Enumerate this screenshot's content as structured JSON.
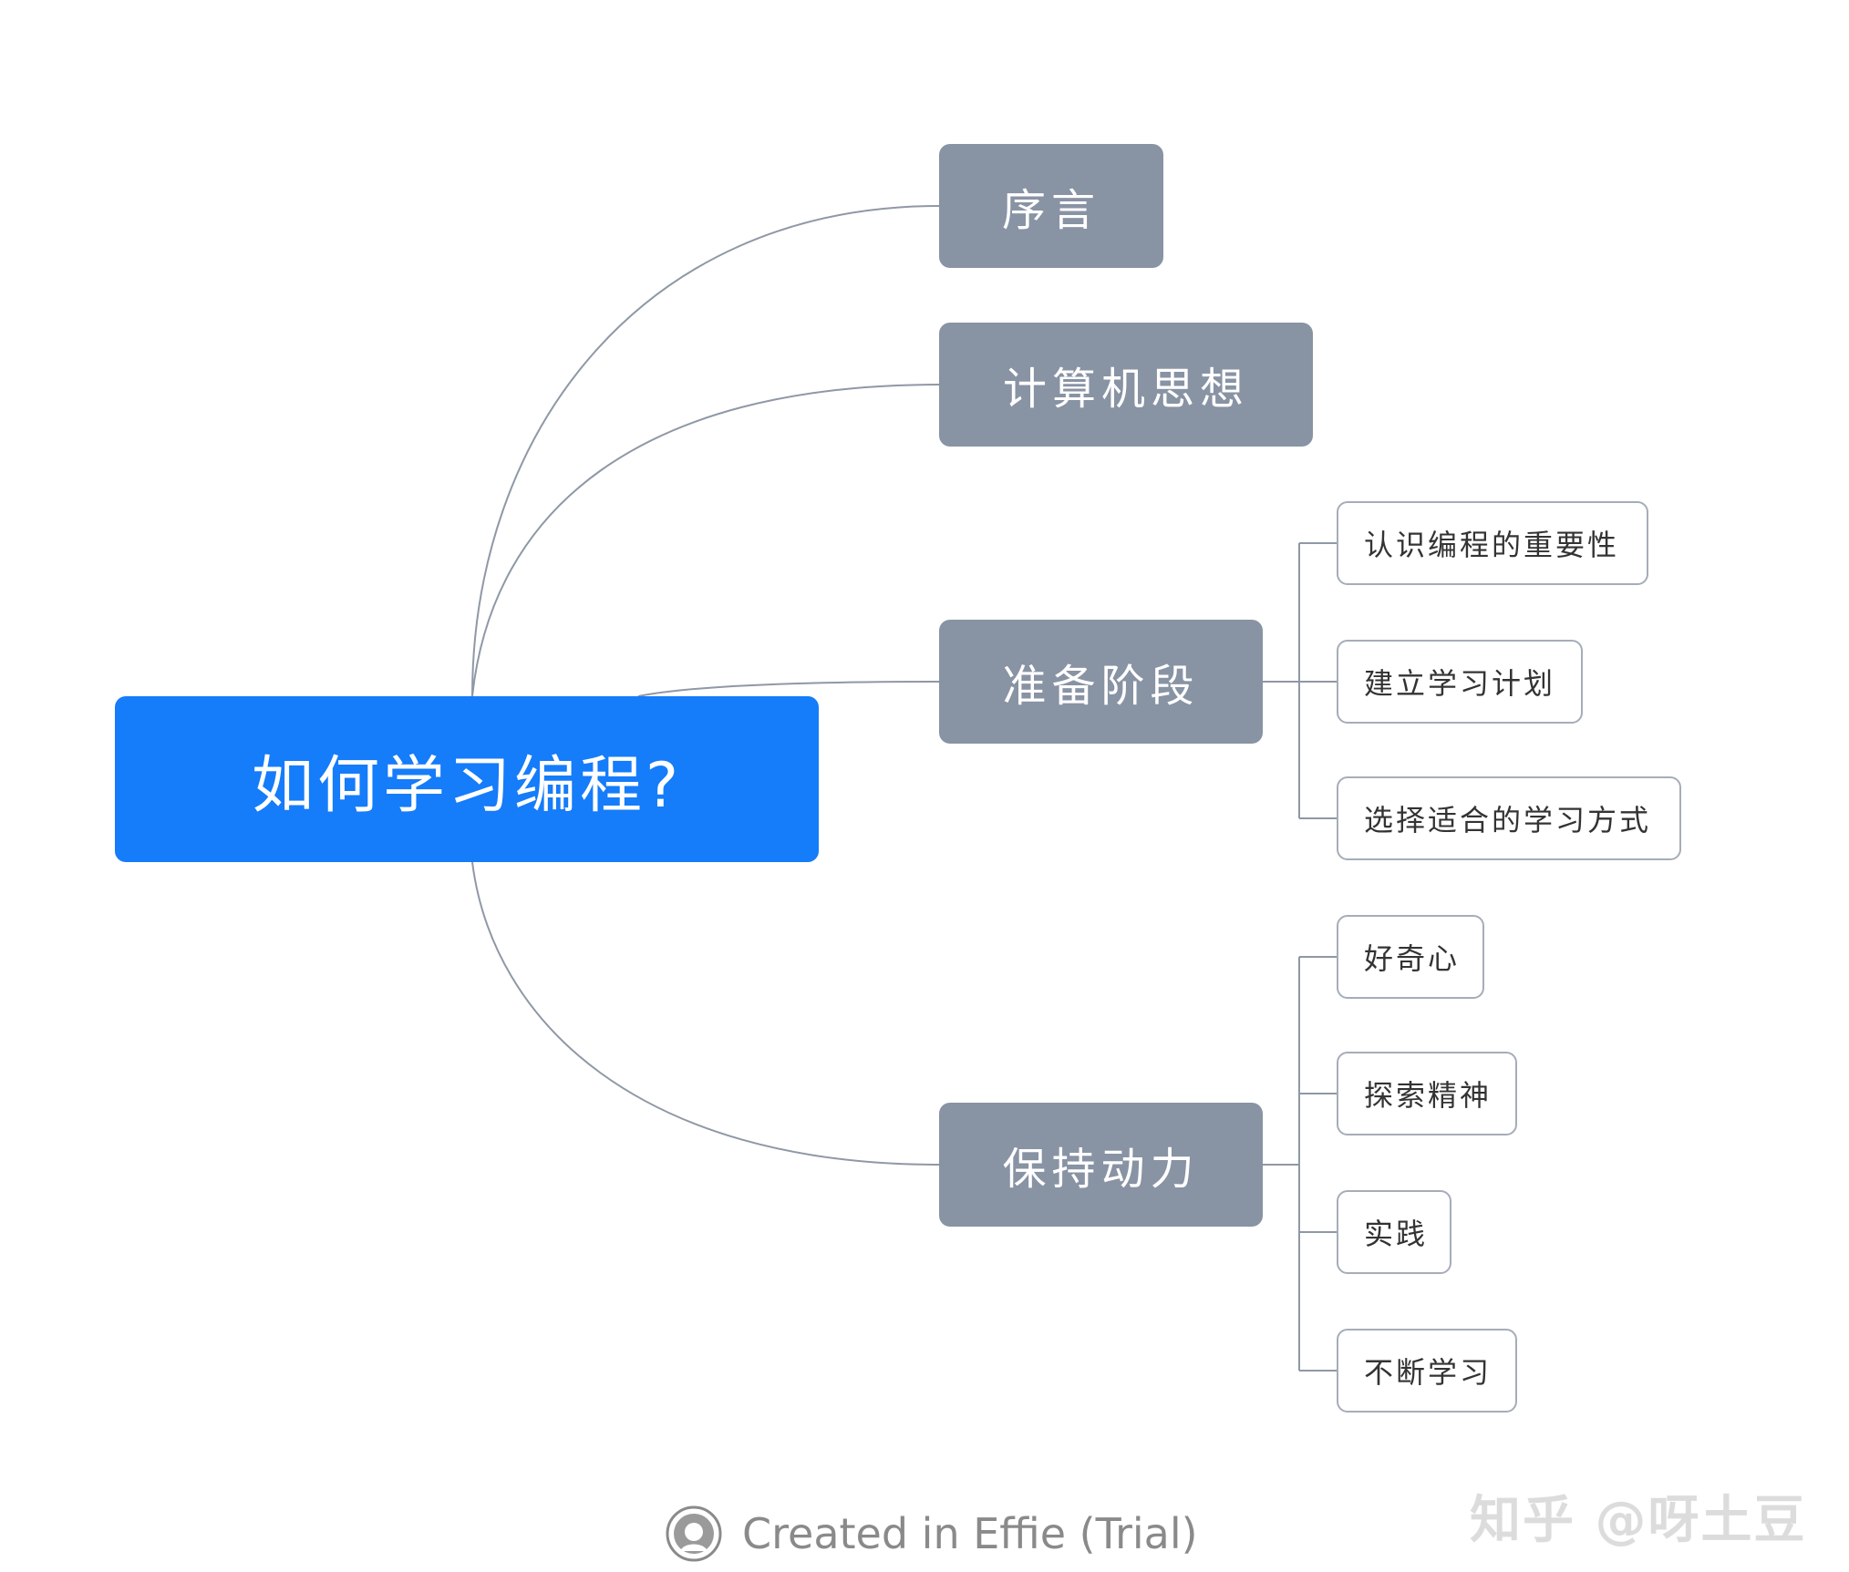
{
  "diagram": {
    "type": "mind-map",
    "root": {
      "label": "如何学习编程?"
    },
    "branches": [
      {
        "id": "preface",
        "label": "序言",
        "children": []
      },
      {
        "id": "thinking",
        "label": "计算机思想",
        "children": []
      },
      {
        "id": "prep",
        "label": "准备阶段",
        "children": [
          {
            "label": "认识编程的重要性"
          },
          {
            "label": "建立学习计划"
          },
          {
            "label": "选择适合的学习方式"
          }
        ]
      },
      {
        "id": "motivation",
        "label": "保持动力",
        "children": [
          {
            "label": "好奇心"
          },
          {
            "label": "探索精神"
          },
          {
            "label": "实践"
          },
          {
            "label": "不断学习"
          }
        ]
      }
    ]
  },
  "watermarks": {
    "effie": {
      "text": "Created in Effie (Trial)",
      "icon": "effie-logo-icon"
    },
    "zhihu": {
      "text": "知乎 @呀土豆"
    }
  },
  "colors": {
    "root_fill": "#157cfa",
    "branch_fill": "#8893a4",
    "leaf_border": "#a5adb8",
    "connector": "#8f98a6",
    "background": "#ffffff"
  }
}
